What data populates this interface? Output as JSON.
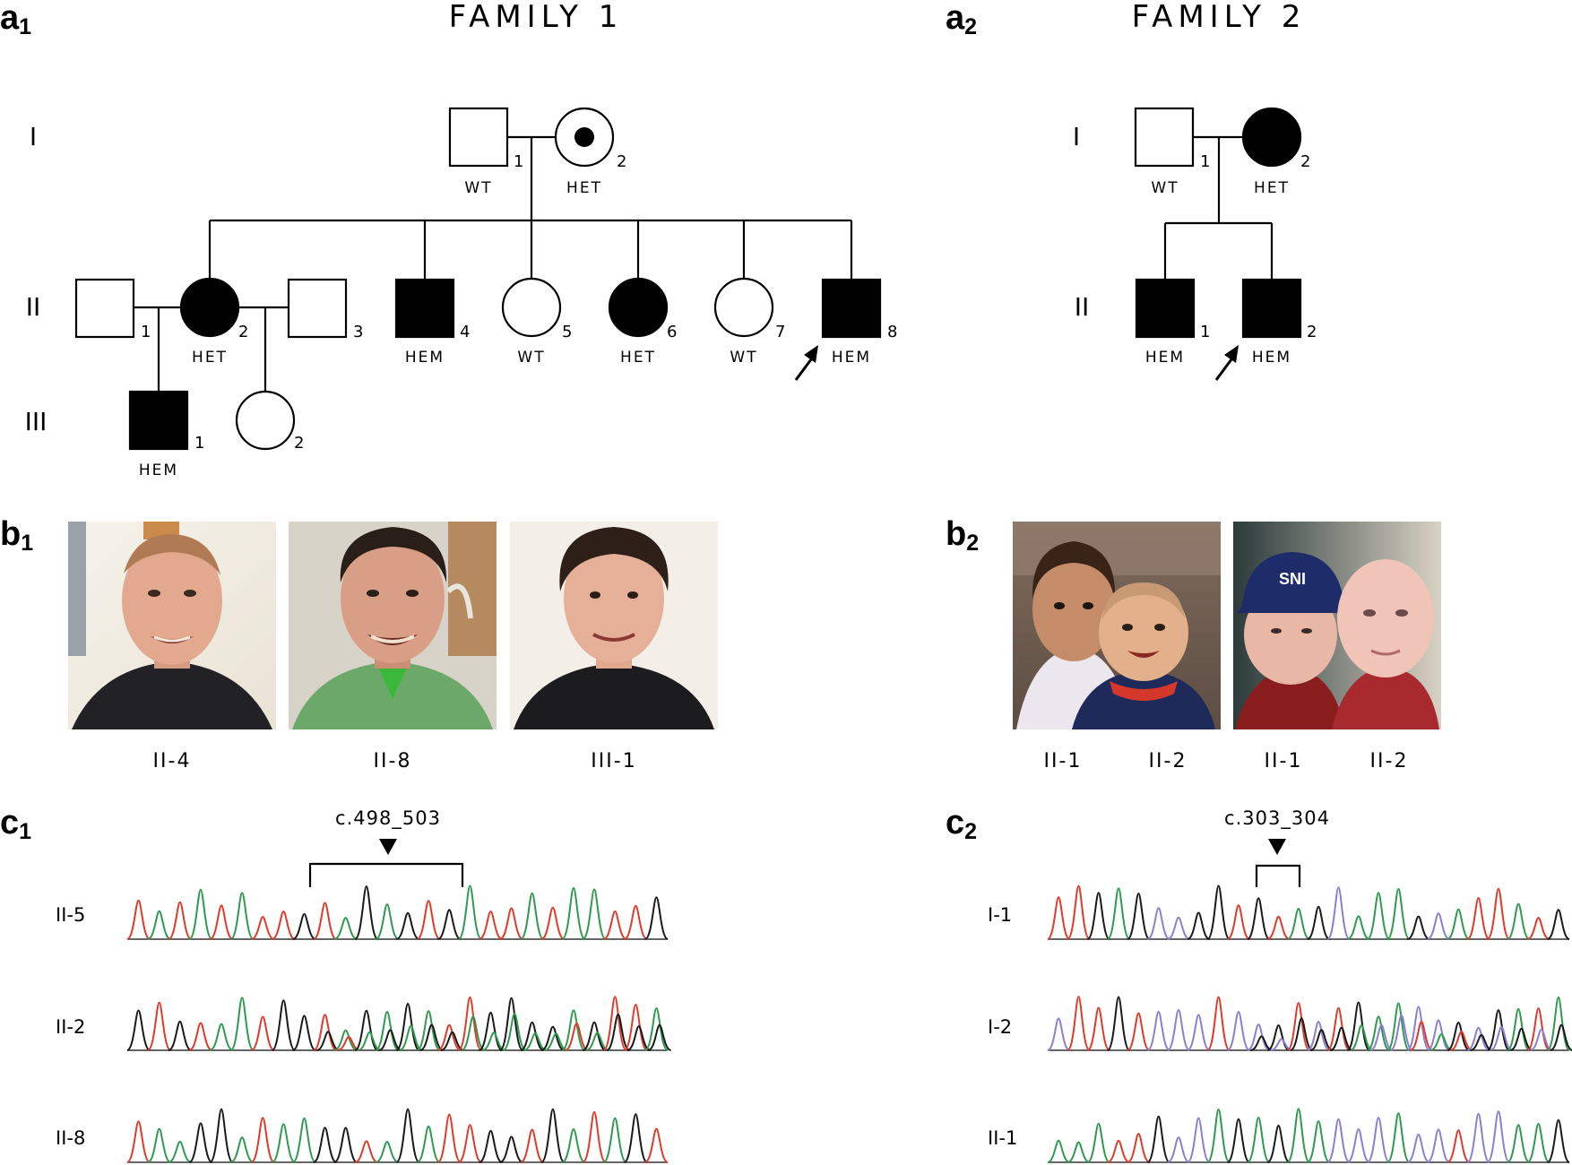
{
  "panels": {
    "a1": {
      "letter": "a",
      "sub": "1"
    },
    "a2": {
      "letter": "a",
      "sub": "2"
    },
    "b1": {
      "letter": "b",
      "sub": "1"
    },
    "b2": {
      "letter": "b",
      "sub": "2"
    },
    "c1": {
      "letter": "c",
      "sub": "1"
    },
    "c2": {
      "letter": "c",
      "sub": "2"
    }
  },
  "family1": {
    "title": "FAMILY 1",
    "generations": [
      "I",
      "II",
      "III"
    ],
    "individuals": {
      "I1": {
        "num": "1",
        "genotype": "WT"
      },
      "I2": {
        "num": "2",
        "genotype": "HET"
      },
      "II1": {
        "num": "1"
      },
      "II2": {
        "num": "2",
        "genotype": "HET"
      },
      "II3": {
        "num": "3"
      },
      "II4": {
        "num": "4",
        "genotype": "HEM"
      },
      "II5": {
        "num": "5",
        "genotype": "WT"
      },
      "II6": {
        "num": "6",
        "genotype": "HET"
      },
      "II7": {
        "num": "7",
        "genotype": "WT"
      },
      "II8": {
        "num": "8",
        "genotype": "HEM"
      },
      "III1": {
        "num": "1",
        "genotype": "HEM"
      },
      "III2": {
        "num": "2"
      }
    },
    "photo_labels": [
      "II-4",
      "II-8",
      "III-1"
    ],
    "variant": "c.498_503",
    "trace_labels": [
      "II-5",
      "II-2",
      "II-8"
    ]
  },
  "family2": {
    "title": "FAMILY 2",
    "generations": [
      "I",
      "II"
    ],
    "individuals": {
      "I1": {
        "num": "1",
        "genotype": "WT"
      },
      "I2": {
        "num": "2",
        "genotype": "HET"
      },
      "II1": {
        "num": "1",
        "genotype": "HEM"
      },
      "II2": {
        "num": "2",
        "genotype": "HEM"
      }
    },
    "photo_labels": [
      "II-1",
      "II-2",
      "II-1",
      "II-2"
    ],
    "variant": "c.303_304",
    "trace_labels": [
      "I-1",
      "I-2",
      "II-1"
    ]
  },
  "colors": {
    "A": "#2f9a4f",
    "C": "#8a7fd0",
    "G": "#1a1a1a",
    "T": "#e03a2a"
  }
}
